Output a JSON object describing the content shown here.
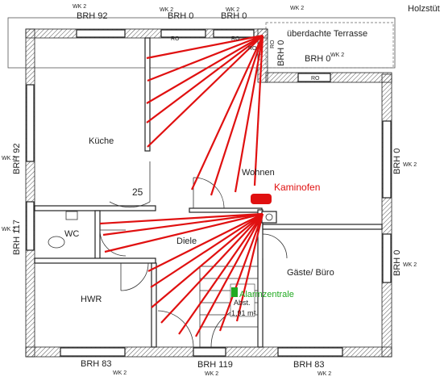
{
  "labels": {
    "holzstuetze": "Holzstüt",
    "brh92_top": "BRH 92",
    "brh0_top_a": "BRH 0",
    "brh0_top_b": "BRH 0",
    "brh0_vertical": "BRH 0",
    "terrace": "überdachte Terrasse",
    "brh0_terrace": "BRH 0",
    "wk2_top_left": "WK 2",
    "wk2_top_mid": "WK 2",
    "wk2_top_right": "WK 2",
    "wk2_top_far": "WK 2",
    "wk2_terrace": "WK 2",
    "ro_1": "RO",
    "ro_2": "RO",
    "ro_3": "RO",
    "ro_4": "RO",
    "ro_5": "RO",
    "kueche": "Küche",
    "brh92_left": "BRH 92",
    "wk2_left_1": "WK 2",
    "num25": "25",
    "wohnen": "Wohnen",
    "kaminofen": "Kaminofen",
    "brh0_right_1": "BRH 0",
    "wk2_right_1": "WK 2",
    "wc": "WC",
    "brh117": "BRH 117",
    "wk2_left_2": "WK 2",
    "diele": "Diele",
    "gaeste": "Gäste/ Büro",
    "brh0_right_2": "BRH 0",
    "wk2_right_2": "WK 2",
    "hwr": "HWR",
    "alarmzentrale": "Alarmzentrale",
    "abst": "Abst.",
    "area": "1,91 m²",
    "brh83_left": "BRH 83",
    "wk2_bottom_left": "WK 2",
    "brh119": "BRH 119",
    "wk2_bottom_mid": "WK 2",
    "brh83_right": "BRH 83",
    "wk2_bottom_right": "WK 2"
  },
  "colors": {
    "ray": "#e01010",
    "kaminofen": "#e01010",
    "alarmzentrale": "#22aa22"
  },
  "sensors": [
    {
      "name": "upper-sensor",
      "rays": 9
    },
    {
      "name": "lower-sensor",
      "rays": 11
    }
  ]
}
